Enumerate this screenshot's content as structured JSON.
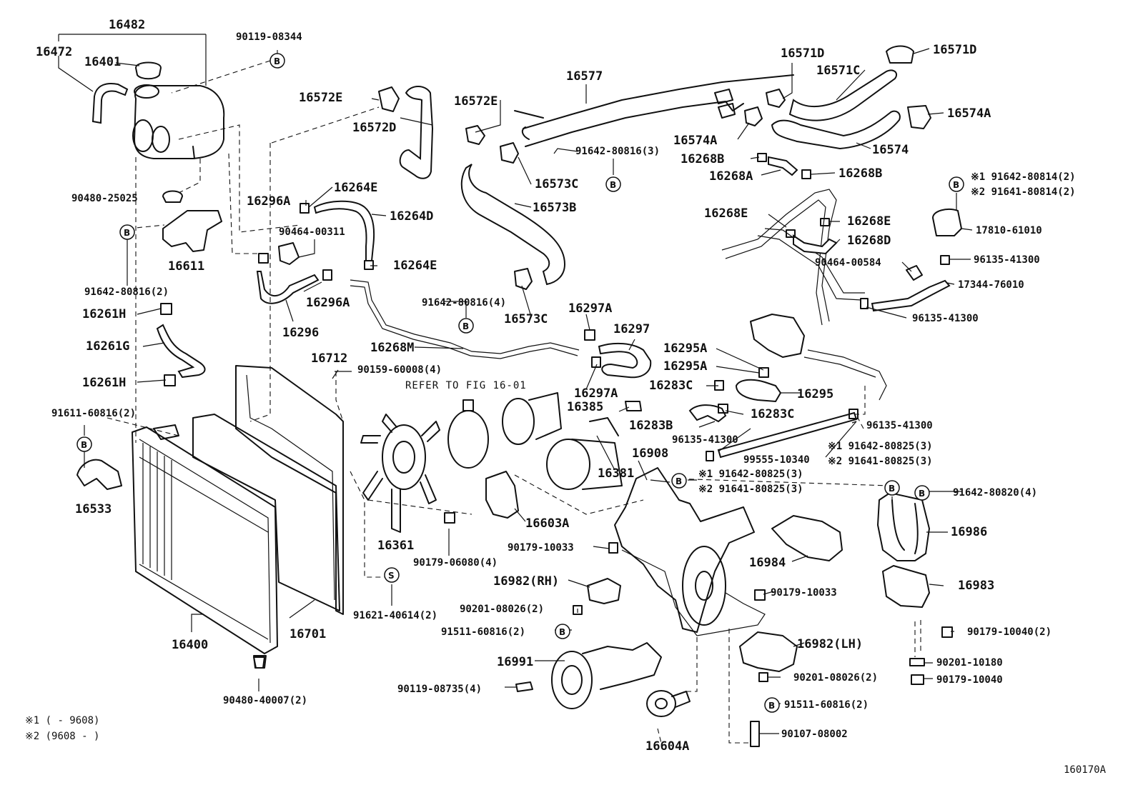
{
  "parts": {
    "p16482": "16482",
    "p16472": "16472",
    "p16401": "16401",
    "p90119_08344": "90119-08344",
    "p16572E_a": "16572E",
    "p16572D": "16572D",
    "p16572E_b": "16572E",
    "p16577": "16577",
    "p16571D_a": "16571D",
    "p16571D_b": "16571D",
    "p16571C": "16571C",
    "p16574A_a": "16574A",
    "p16574A_b": "16574A",
    "p16574": "16574",
    "p91642_80816_3": "91642-80816(3)",
    "p16268B_a": "16268B",
    "p16268A": "16268A",
    "p16268B_b": "16268B",
    "p16573C_a": "16573C",
    "p16573B": "16573B",
    "p16573C_b": "16573C",
    "p90480_25025": "90480-25025",
    "p16296A_a": "16296A",
    "p16264E_a": "16264E",
    "p16264D": "16264D",
    "p90464_00311": "90464-00311",
    "p16264E_b": "16264E",
    "p16611": "16611",
    "p91642_80816_2": "91642-80816(2)",
    "p16296A_b": "16296A",
    "p16296": "16296",
    "p91642_80816_4": "91642-80816(4)",
    "p16261H_a": "16261H",
    "p16261G": "16261G",
    "p16261H_b": "16261H",
    "p16268M": "16268M",
    "p16712": "16712",
    "p90159_60008": "90159-60008(4)",
    "refer": "REFER TO FIG 16-01",
    "p16297A_a": "16297A",
    "p16297": "16297",
    "p16297A_b": "16297A",
    "p16295A_a": "16295A",
    "p16295A_b": "16295A",
    "p16283C_a": "16283C",
    "p16295": "16295",
    "p16283C_b": "16283C",
    "p16385": "16385",
    "p16283B": "16283B",
    "p96135_41300_a": "96135-41300",
    "p96135_41300_d": "96135-41300",
    "p99555_10340": "99555-10340",
    "p91611_60816": "91611-60816(2)",
    "p16533": "16533",
    "p16361": "16361",
    "p16381": "16381",
    "p16908": "16908",
    "p16603A": "16603A",
    "p90179_06080": "90179-06080(4)",
    "p90179_10033_a": "90179-10033",
    "p16982RH": "16982(RH)",
    "p91621_40614": "91621-40614(2)",
    "p90201_08026_a": "90201-08026(2)",
    "p91511_60816_a": "91511-60816(2)",
    "p16400": "16400",
    "p16701": "16701",
    "p16991": "16991",
    "p90119_08735": "90119-08735(4)",
    "p90480_40007": "90480-40007(2)",
    "p16604A": "16604A",
    "p16984": "16984",
    "p90179_10033_b": "90179-10033",
    "p16982LH": "16982(LH)",
    "p90201_08026_b": "90201-08026(2)",
    "p91511_60816_b": "91511-60816(2)",
    "p90107_08002": "90107-08002",
    "p16986": "16986",
    "p16983": "16983",
    "p90179_10040_a": "90179-10040(2)",
    "p90201_10180": "90201-10180",
    "p90179_10040_b": "90179-10040",
    "p91642_80820": "91642-80820(4)",
    "note_91642_80814": "※1 91642-80814(2)",
    "note_91641_80814": "※2 91641-80814(2)",
    "p17810_61010": "17810-61010",
    "p16268E_a": "16268E",
    "p16268E_b": "16268E",
    "p16268D": "16268D",
    "p90464_00584": "90464-00584",
    "p96135_41300_b": "96135-41300",
    "p17344_76010": "17344-76010",
    "p96135_41300_c": "96135-41300",
    "note_91642_80825_a": "※1 91642-80825(3)",
    "note_91641_80825_a": "※2 91641-80825(3)",
    "note_91642_80825_b": "※1 91642-80825(3)",
    "note_91641_80825_b": "※2 91641-80825(3)"
  },
  "markers": {
    "B": "B",
    "S": "S"
  },
  "footnotes": {
    "note1": "※1 (     - 9608)",
    "note2": "※2 (9608 -      )"
  },
  "figure_id": "160170A"
}
